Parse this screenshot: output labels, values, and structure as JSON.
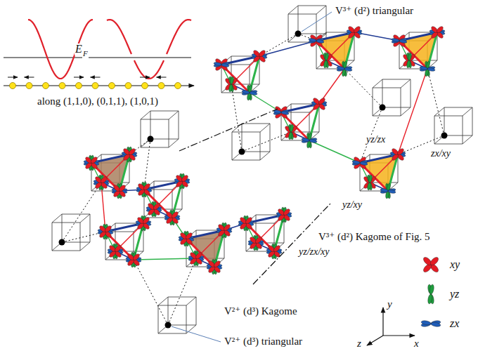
{
  "diagram": {
    "labels": [
      "E",
      "F",
      "along (1,1,0), (0,1,1), (1,0,1)",
      "V³⁺ (d²) triangular",
      "yz/zx",
      "zx/xy",
      "yz/xy",
      "V³⁺ (d²) Kagome of Fig. 5",
      "yz/zx/xy",
      "V²⁺ (d³) Kagome",
      "y",
      "x",
      "z",
      "V²⁺ (d³) triangular"
    ],
    "legend": [
      {
        "text": "xy",
        "color": "#e31b23"
      },
      {
        "text": "yz",
        "color": "#1e9e3e"
      },
      {
        "text": "zx",
        "color": "#1f5db8"
      }
    ]
  }
}
